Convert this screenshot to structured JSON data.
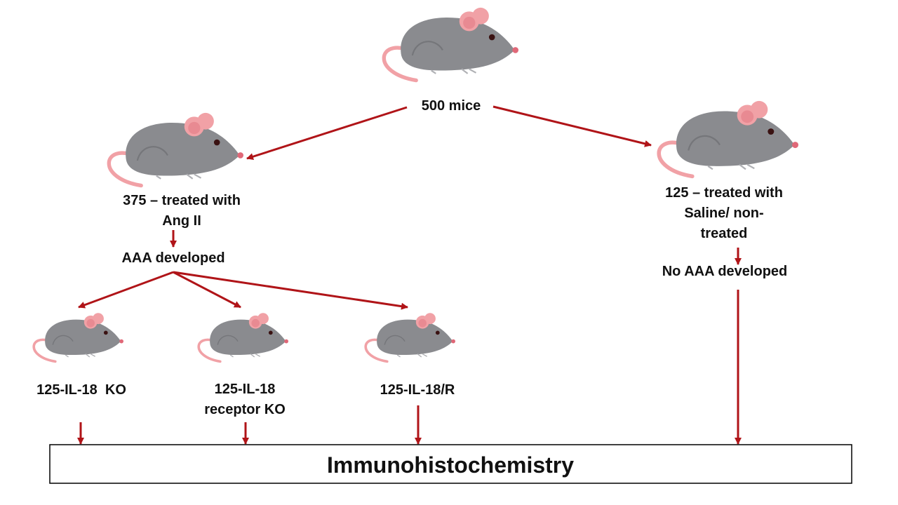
{
  "colors": {
    "arrow": "#b01418",
    "mouse_body": "#8a8b8f",
    "mouse_pink": "#f1a1a6",
    "box_border": "#000000"
  },
  "nodes": {
    "root": {
      "label": "500 mice",
      "icon": "mouse-icon"
    },
    "left": {
      "label_lines": [
        "375 – treated with",
        "Ang II"
      ],
      "icon": "mouse-icon"
    },
    "left_outcome": {
      "label": "AAA developed"
    },
    "right": {
      "label_lines": [
        "125 – treated with",
        "Saline/ non-",
        "treated"
      ],
      "icon": "mouse-icon"
    },
    "right_outcome": {
      "label": "No AAA developed"
    },
    "groups": [
      {
        "label_lines": [
          "125-IL-18  KO"
        ],
        "icon": "mouse-icon"
      },
      {
        "label_lines": [
          "125-IL-18",
          "receptor KO"
        ],
        "icon": "mouse-icon"
      },
      {
        "label_lines": [
          "125-IL-18/R"
        ],
        "icon": "mouse-icon"
      }
    ],
    "final": {
      "label": "Immunohistochemistry"
    }
  }
}
